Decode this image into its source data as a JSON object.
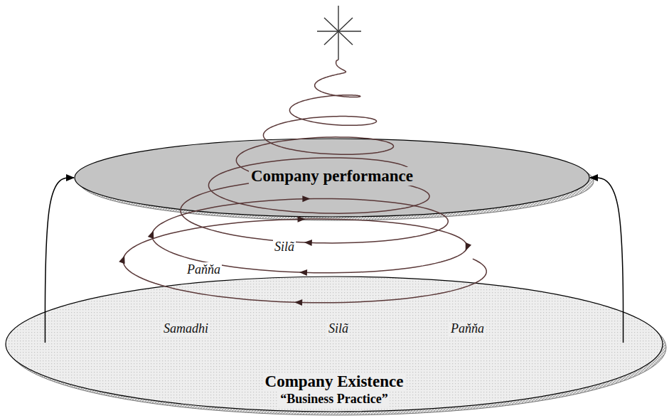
{
  "diagram": {
    "nodes": [
      {
        "text": [
          "Company performance"
        ]
      },
      {
        "text": [
          "Company Existence",
          "“Business Practice”"
        ]
      }
    ],
    "edges": [
      {
        "from": 1,
        "to": 0,
        "arrow": "to"
      },
      {
        "from": 1,
        "to": 0,
        "arrow": "to"
      }
    ],
    "labels": [
      "Silã",
      "Paňňa",
      "Samadhi",
      "Silã",
      "Paňňa"
    ]
  }
}
